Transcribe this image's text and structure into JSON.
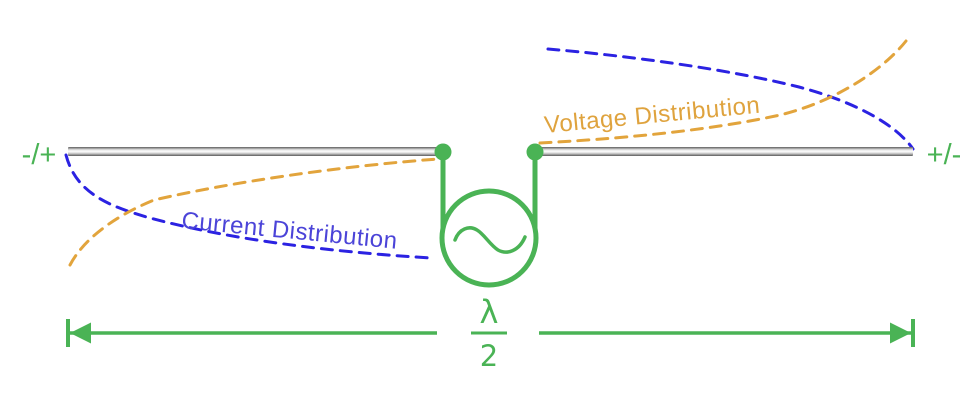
{
  "diagram": {
    "labels": {
      "left_terminal": "-/+",
      "right_terminal": "+/-",
      "current": "Current Distribution",
      "voltage": "Voltage Distribution",
      "length_numerator": "λ",
      "length_denominator": "2"
    },
    "icons": {
      "ac_source": "sine-wave-icon"
    }
  },
  "colors": {
    "green": "#4ab355",
    "current_curve": "#2b22e2",
    "current_label": "#4b44d8",
    "voltage_curve": "#e2a43c",
    "voltage_label": "#dfa33e"
  }
}
